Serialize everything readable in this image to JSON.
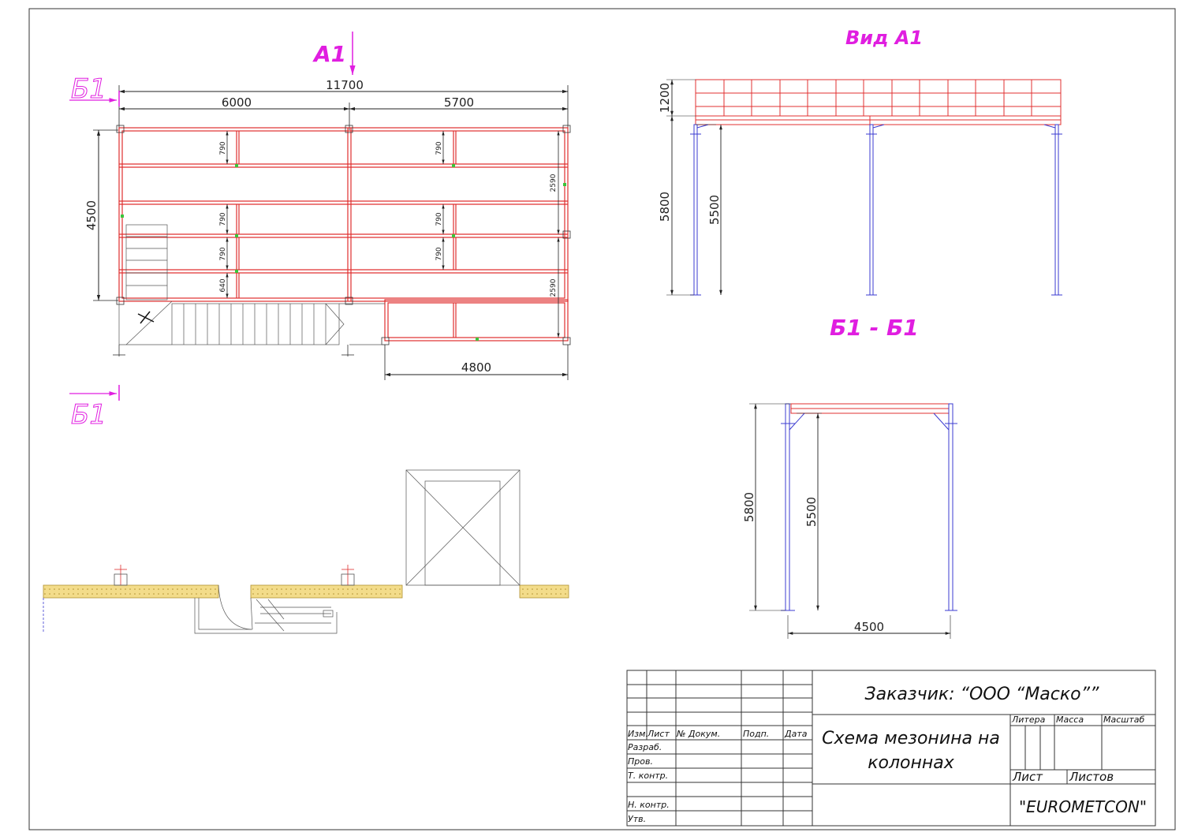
{
  "plan": {
    "section_mark_top": "Б1",
    "section_mark_bottom": "Б1",
    "view_mark": "А1",
    "dim_total": "11700",
    "dim_left": "6000",
    "dim_right": "5700",
    "dim_height": "4500",
    "dim_ext": "4800",
    "dim_790_a": "790",
    "dim_790_b": "790",
    "dim_790_c": "790",
    "dim_790_d": "790",
    "dim_790_e": "790",
    "dim_640": "640",
    "dim_2590_a": "2590",
    "dim_2590_b": "2590"
  },
  "view_a1": {
    "title": "Вид А1",
    "dim_rail": "1200",
    "dim_total": "5800",
    "dim_deck": "5500"
  },
  "section_b1": {
    "title": "Б1 - Б1",
    "dim_total": "5800",
    "dim_deck": "5500",
    "dim_width": "4500"
  },
  "title_block": {
    "customer": "Заказчик: “ООО “Маско””",
    "drawing_title_line1": "Схема мезонина на",
    "drawing_title_line2": "колоннах",
    "company": "\"EUROMETCON\"",
    "col_izm": "Изм.",
    "col_list": "Лист",
    "col_doc": "№ Докум.",
    "col_podp": "Подп.",
    "col_data": "Дата",
    "row_razrab": "Разраб.",
    "row_prov": "Пров.",
    "row_tkontr": "Т. контр.",
    "row_nkontr": "Н. контр.",
    "row_utv": "Утв.",
    "litera": "Литера",
    "massa": "Масса",
    "masshtab": "Масштаб",
    "list": "Лист",
    "listov": "Листов"
  },
  "colors": {
    "beam": "#e03030",
    "column": "#3b3bd0",
    "label": "#e01ee0",
    "line": "#222222"
  }
}
